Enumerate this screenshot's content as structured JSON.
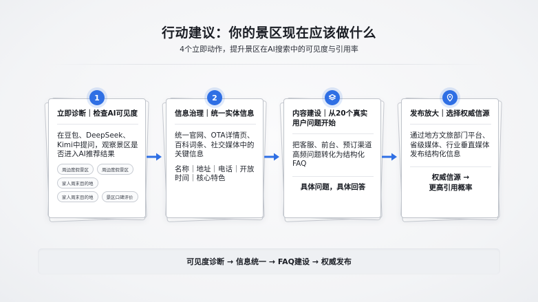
{
  "header": {
    "title": "行动建议：你的景区现在应该做什么",
    "subtitle": "4个立即动作，提升景区在AI搜索中的可见度与引用率"
  },
  "steps": [
    {
      "badge": "1",
      "icon": "number-badge",
      "title": "立即诊断｜检查AI可见度",
      "body": "在豆包、DeepSeek、Kimi中提问，观察景区是否进入AI推荐结果",
      "tags": [
        "周边度假景区",
        "周边度假景区",
        "家人周末目的地",
        "家人周末目的地",
        "景区口碑评价"
      ]
    },
    {
      "badge": "2",
      "icon": "number-badge",
      "title": "信息治理｜统一实体信息",
      "body": "统一官网、OTA详情页、百科词条、社交媒体中的关键信息",
      "sub": "名称｜地址｜电话｜开放时间｜核心特色"
    },
    {
      "badge": "",
      "icon": "layers-icon",
      "title": "内容建设｜从20个真实用户问题开始",
      "body": "把客服、前台、预订渠道高频问题转化为结构化FAQ",
      "center": "具体问题，具体回答"
    },
    {
      "badge": "",
      "icon": "location-pin-icon",
      "title": "发布放大｜选择权威信源",
      "body": "通过地方文旅部门平台、省级媒体、行业垂直媒体发布结构化信息",
      "center_1": "权威信源 →",
      "center_2": "更高引用概率"
    }
  ],
  "summary": "可见度诊断 → 信息统一 → FAQ建设 → 权威发布",
  "colors": {
    "accent": "#2f6fe4",
    "text": "#1a1d24"
  }
}
